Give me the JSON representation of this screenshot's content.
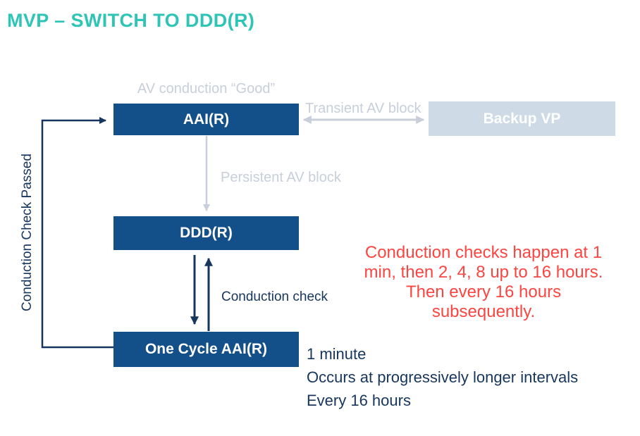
{
  "title": "MVP – SWITCH TO DDD(R)",
  "diagram": {
    "nodes": {
      "aai": {
        "label": "AAI(R)"
      },
      "backup_vp": {
        "label": "Backup VP"
      },
      "ddd": {
        "label": "DDD(R)"
      },
      "one_cycle_aai": {
        "label": "One Cycle AAI(R)"
      }
    },
    "edge_labels": {
      "av_conduction_good": "AV conduction “Good”",
      "transient_av_block": "Transient AV block",
      "persistent_av_block": "Persistent AV block",
      "conduction_check": "Conduction check",
      "conduction_check_passed": "Conduction Check Passed"
    }
  },
  "annotation_red": {
    "lines": [
      "Conduction checks happen at 1",
      "min, then 2, 4, 8 up to 16 hours.",
      "Then every 16 hours",
      "subsequently."
    ]
  },
  "timing_notes": [
    "1 minute",
    "Occurs at progressively longer intervals",
    "Every 16 hours"
  ],
  "colors": {
    "title_teal": "#2EC5B7",
    "node_navy": "#134F88",
    "dark_navy": "#17365D",
    "light_gray_blue": "#C8CFDA",
    "backup_fill": "#CEDBE6",
    "annotation_red": "#FB4540"
  }
}
